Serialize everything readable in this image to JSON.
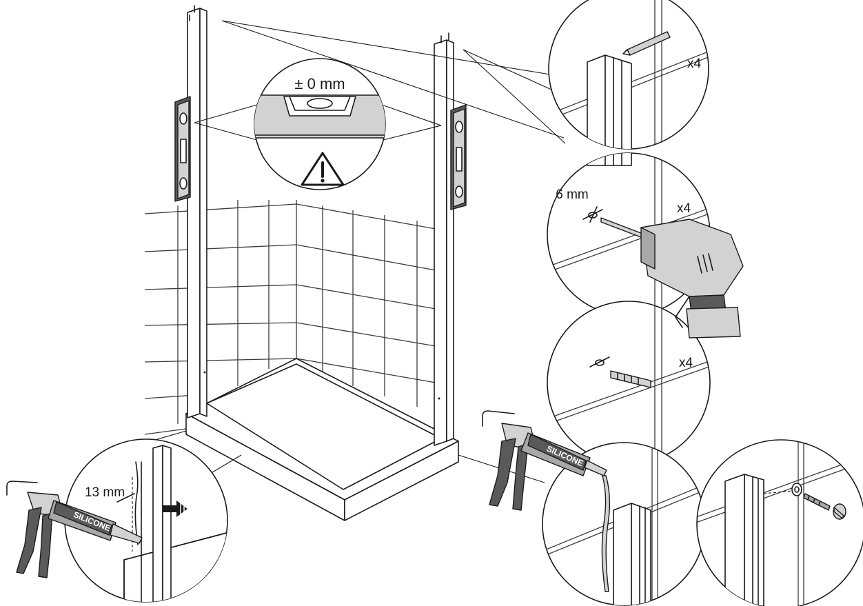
{
  "labels": {
    "level_tolerance": "± 0 mm",
    "drill_diameter": "6 mm",
    "qty_profiles": "x4",
    "qty_holes": "x4",
    "qty_plugs": "x4",
    "offset_distance": "13 mm",
    "silicone_left": "SILICONE",
    "silicone_right": "SILICONE"
  },
  "colors": {
    "stroke": "#1a1a1a",
    "tool_light": "#d2d2d2",
    "tool_mid": "#a8a8a8",
    "tool_dark": "#5a5a5a"
  },
  "icons": {
    "warning": "warning-triangle-icon",
    "direction": "push-arrow-icon"
  }
}
